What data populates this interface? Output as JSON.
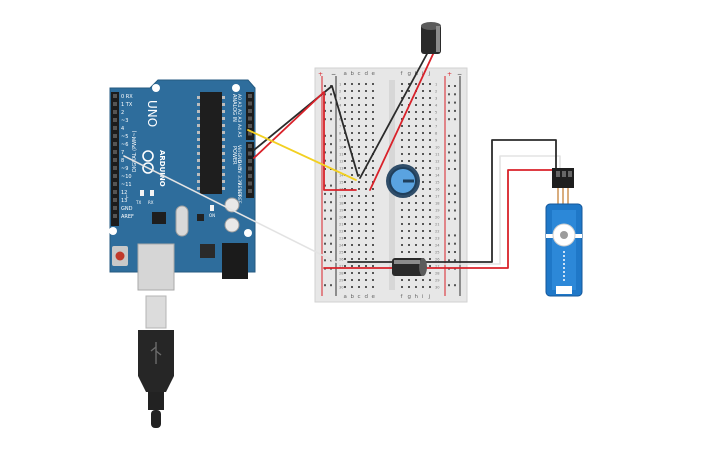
{
  "arduino": {
    "brand": "ARDUINO",
    "model": "UNO",
    "digital_header": "DIGITAL (PWM~)",
    "analog_header": "ANALOG IN",
    "power_header": "POWER",
    "tx_label": "TX",
    "rx_label": "RX",
    "l_label": "L",
    "on_label": "ON",
    "digital_pins": [
      "0 RX",
      "1 TX",
      "2",
      "~3",
      "4",
      "~5",
      "~6",
      "7",
      "8",
      "~9",
      "~10",
      "~11",
      "12",
      "13",
      "GND",
      "AREF"
    ],
    "analog_pins": [
      "A0",
      "A1",
      "A2",
      "A3",
      "A4",
      "A5"
    ],
    "power_pins": [
      "Vin",
      "GND",
      "GND",
      "5V",
      "3.3V",
      "RESET",
      "IOREF"
    ]
  },
  "breadboard": {
    "column_labels_left": [
      "a",
      "b",
      "c",
      "d",
      "e"
    ],
    "column_labels_right": [
      "f",
      "g",
      "h",
      "i",
      "j"
    ],
    "rail_plus": "+",
    "rail_minus": "−",
    "row_count": 30
  },
  "colors": {
    "board_blue": "#2b6b9a",
    "wire_red": "#d9222a",
    "wire_black": "#2b2b2b",
    "wire_yellow": "#f2d022",
    "wire_white": "#e6e6e6",
    "servo_blue": "#1f78c8"
  },
  "icons": [
    "usb-plug-icon",
    "arduino-logo-icon",
    "potentiometer-icon",
    "capacitor-icon",
    "servo-icon"
  ]
}
